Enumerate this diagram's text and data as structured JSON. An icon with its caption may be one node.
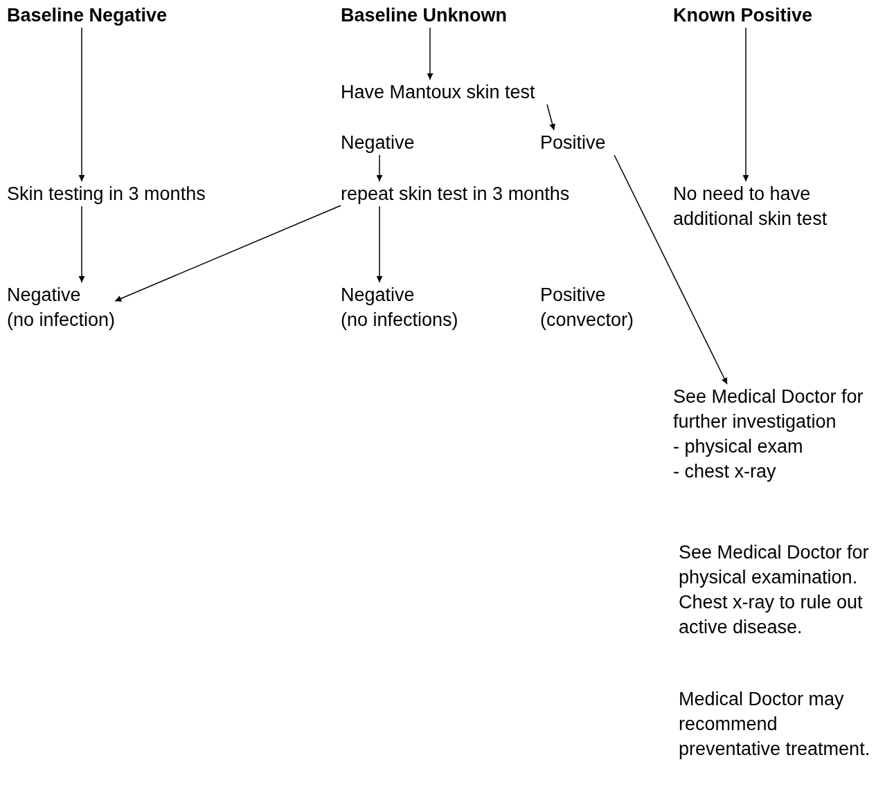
{
  "diagram": {
    "nodes": [
      {
        "text": [
          "Baseline Negative"
        ]
      },
      {
        "text": [
          "Baseline Unknown"
        ]
      },
      {
        "text": [
          "Known Positive"
        ]
      },
      {
        "text": [
          "Have Mantoux skin test"
        ]
      },
      {
        "text": [
          "Negative"
        ]
      },
      {
        "text": [
          "Positive"
        ]
      },
      {
        "text": [
          "Skin testing in 3 months"
        ]
      },
      {
        "text": [
          "repeat skin test in 3 months"
        ]
      },
      {
        "text": [
          "No need to have additional skin test"
        ]
      },
      {
        "text": [
          "Negative",
          "(no infection)"
        ]
      },
      {
        "text": [
          "Negative",
          "(no infections)"
        ]
      },
      {
        "text": [
          "Positive",
          "(convector)"
        ]
      },
      {
        "text": [
          "See Medical Doctor for further investigation",
          "- physical exam",
          "- chest x-ray"
        ]
      }
    ],
    "edges": [
      {
        "from": 0,
        "to": 6,
        "arrow": "to"
      },
      {
        "from": 1,
        "to": 3,
        "arrow": "to"
      },
      {
        "from": 3,
        "to": 5,
        "arrow": "to"
      },
      {
        "from": 4,
        "to": 7,
        "arrow": "to"
      },
      {
        "from": 2,
        "to": 8,
        "arrow": "to"
      },
      {
        "from": 6,
        "to": 9,
        "arrow": "to"
      },
      {
        "from": 7,
        "to": 9,
        "arrow": "to"
      },
      {
        "from": 7,
        "to": 10,
        "arrow": "to"
      },
      {
        "from": 5,
        "to": 12,
        "arrow": "to"
      }
    ],
    "labels": [
      "See Medical Doctor for physical examination. Chest x-ray to rule out active disease.",
      "Medical Doctor may recommend preventative treatment."
    ]
  }
}
